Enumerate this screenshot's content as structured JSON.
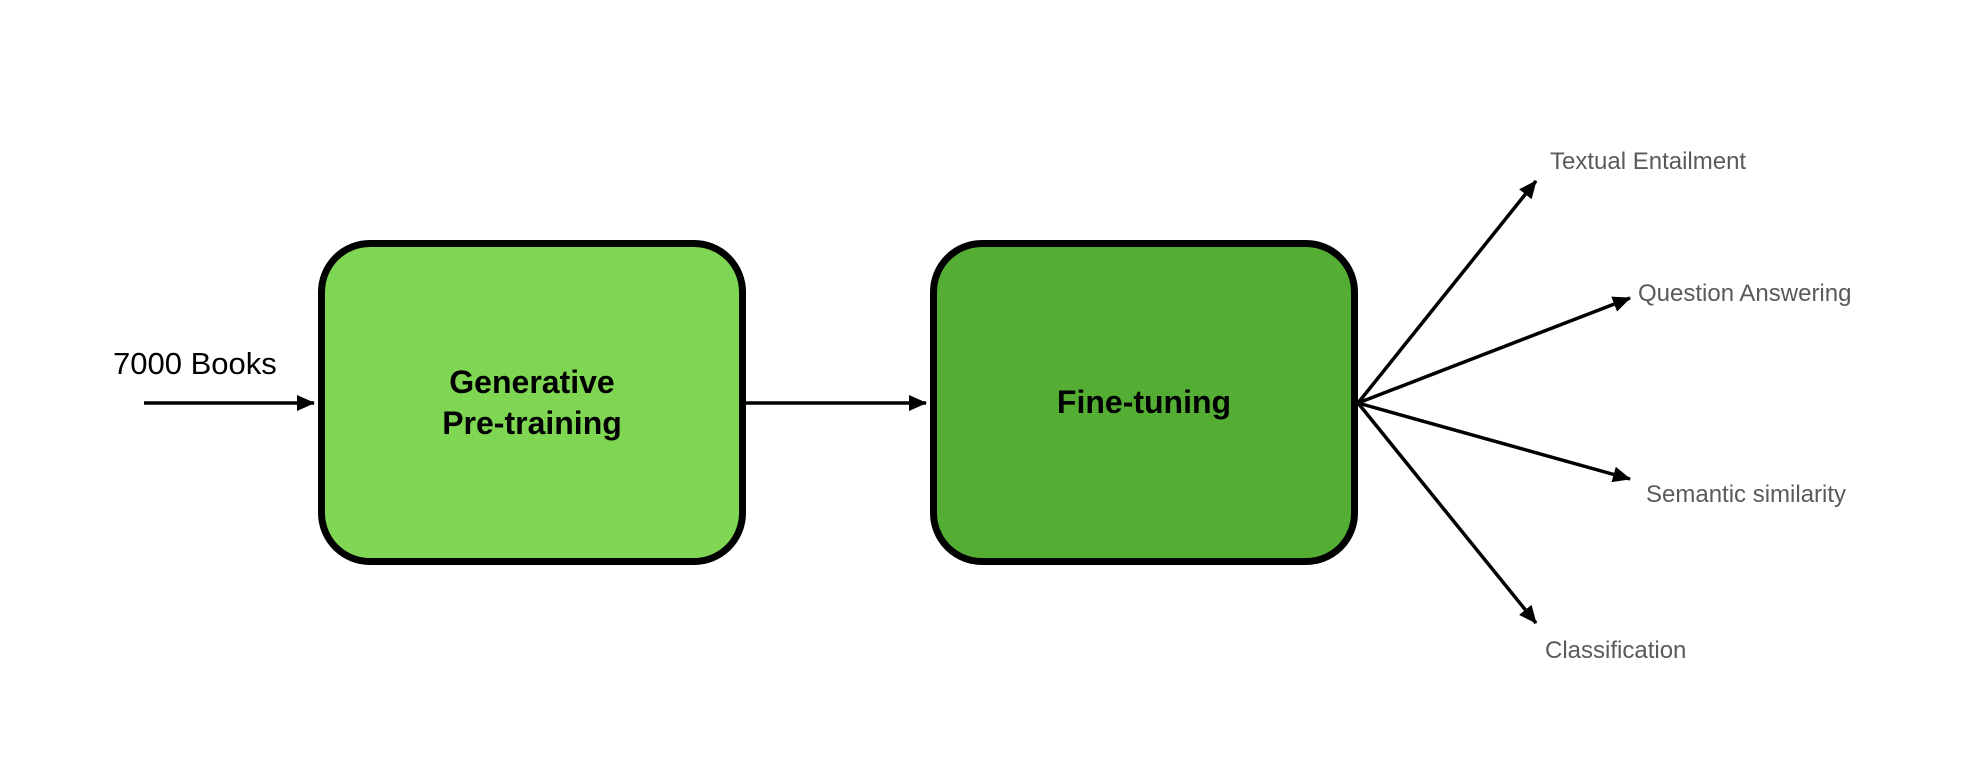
{
  "input": {
    "label": "7000 Books"
  },
  "stages": [
    {
      "label": "Generative\nPre-training",
      "fill": "#7fd653"
    },
    {
      "label": "Fine-tuning",
      "fill": "#54ae33"
    }
  ],
  "outputs": [
    "Textual Entailment",
    "Question Answering",
    "Semantic similarity",
    "Classification"
  ],
  "colors": {
    "border": "#000000",
    "arrow": "#000000",
    "output_text": "#5a5a5a"
  }
}
